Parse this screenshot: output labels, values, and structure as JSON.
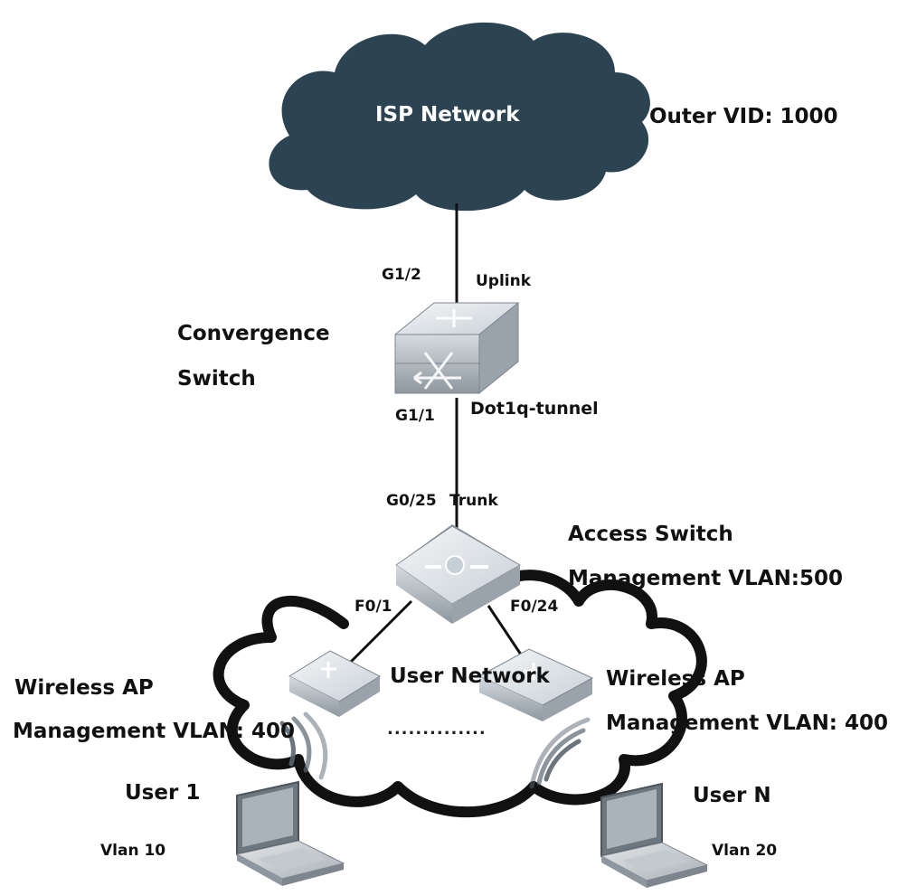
{
  "isp": {
    "label": "ISP Network",
    "outer_vid": "Outer VID: 1000"
  },
  "convergence_switch": {
    "label_line1": "Convergence",
    "label_line2": "Switch",
    "port_up": "G1/2",
    "port_up_role": "Uplink",
    "port_down": "G1/1",
    "port_down_role": "Dot1q-tunnel"
  },
  "access_switch": {
    "label": "Access Switch",
    "mgmt_vlan": "Management VLAN:500",
    "port_up": "G0/25",
    "port_up_role": "Trunk",
    "port_left": "F0/1",
    "port_right": "F0/24"
  },
  "user_network": {
    "label": "User Network",
    "ellipsis": ".............."
  },
  "ap_left": {
    "label": "Wireless AP",
    "mgmt_vlan": "Management VLAN: 400"
  },
  "ap_right": {
    "label": "Wireless AP",
    "mgmt_vlan": "Management VLAN: 400"
  },
  "user_left": {
    "label": "User 1",
    "vlan": "Vlan 10"
  },
  "user_right": {
    "label": "User N",
    "vlan": "Vlan 20"
  },
  "colors": {
    "cloud": "#2c4352",
    "device_top": "#e9edf0",
    "device_side": "#b8c0c7",
    "line": "#111111"
  }
}
